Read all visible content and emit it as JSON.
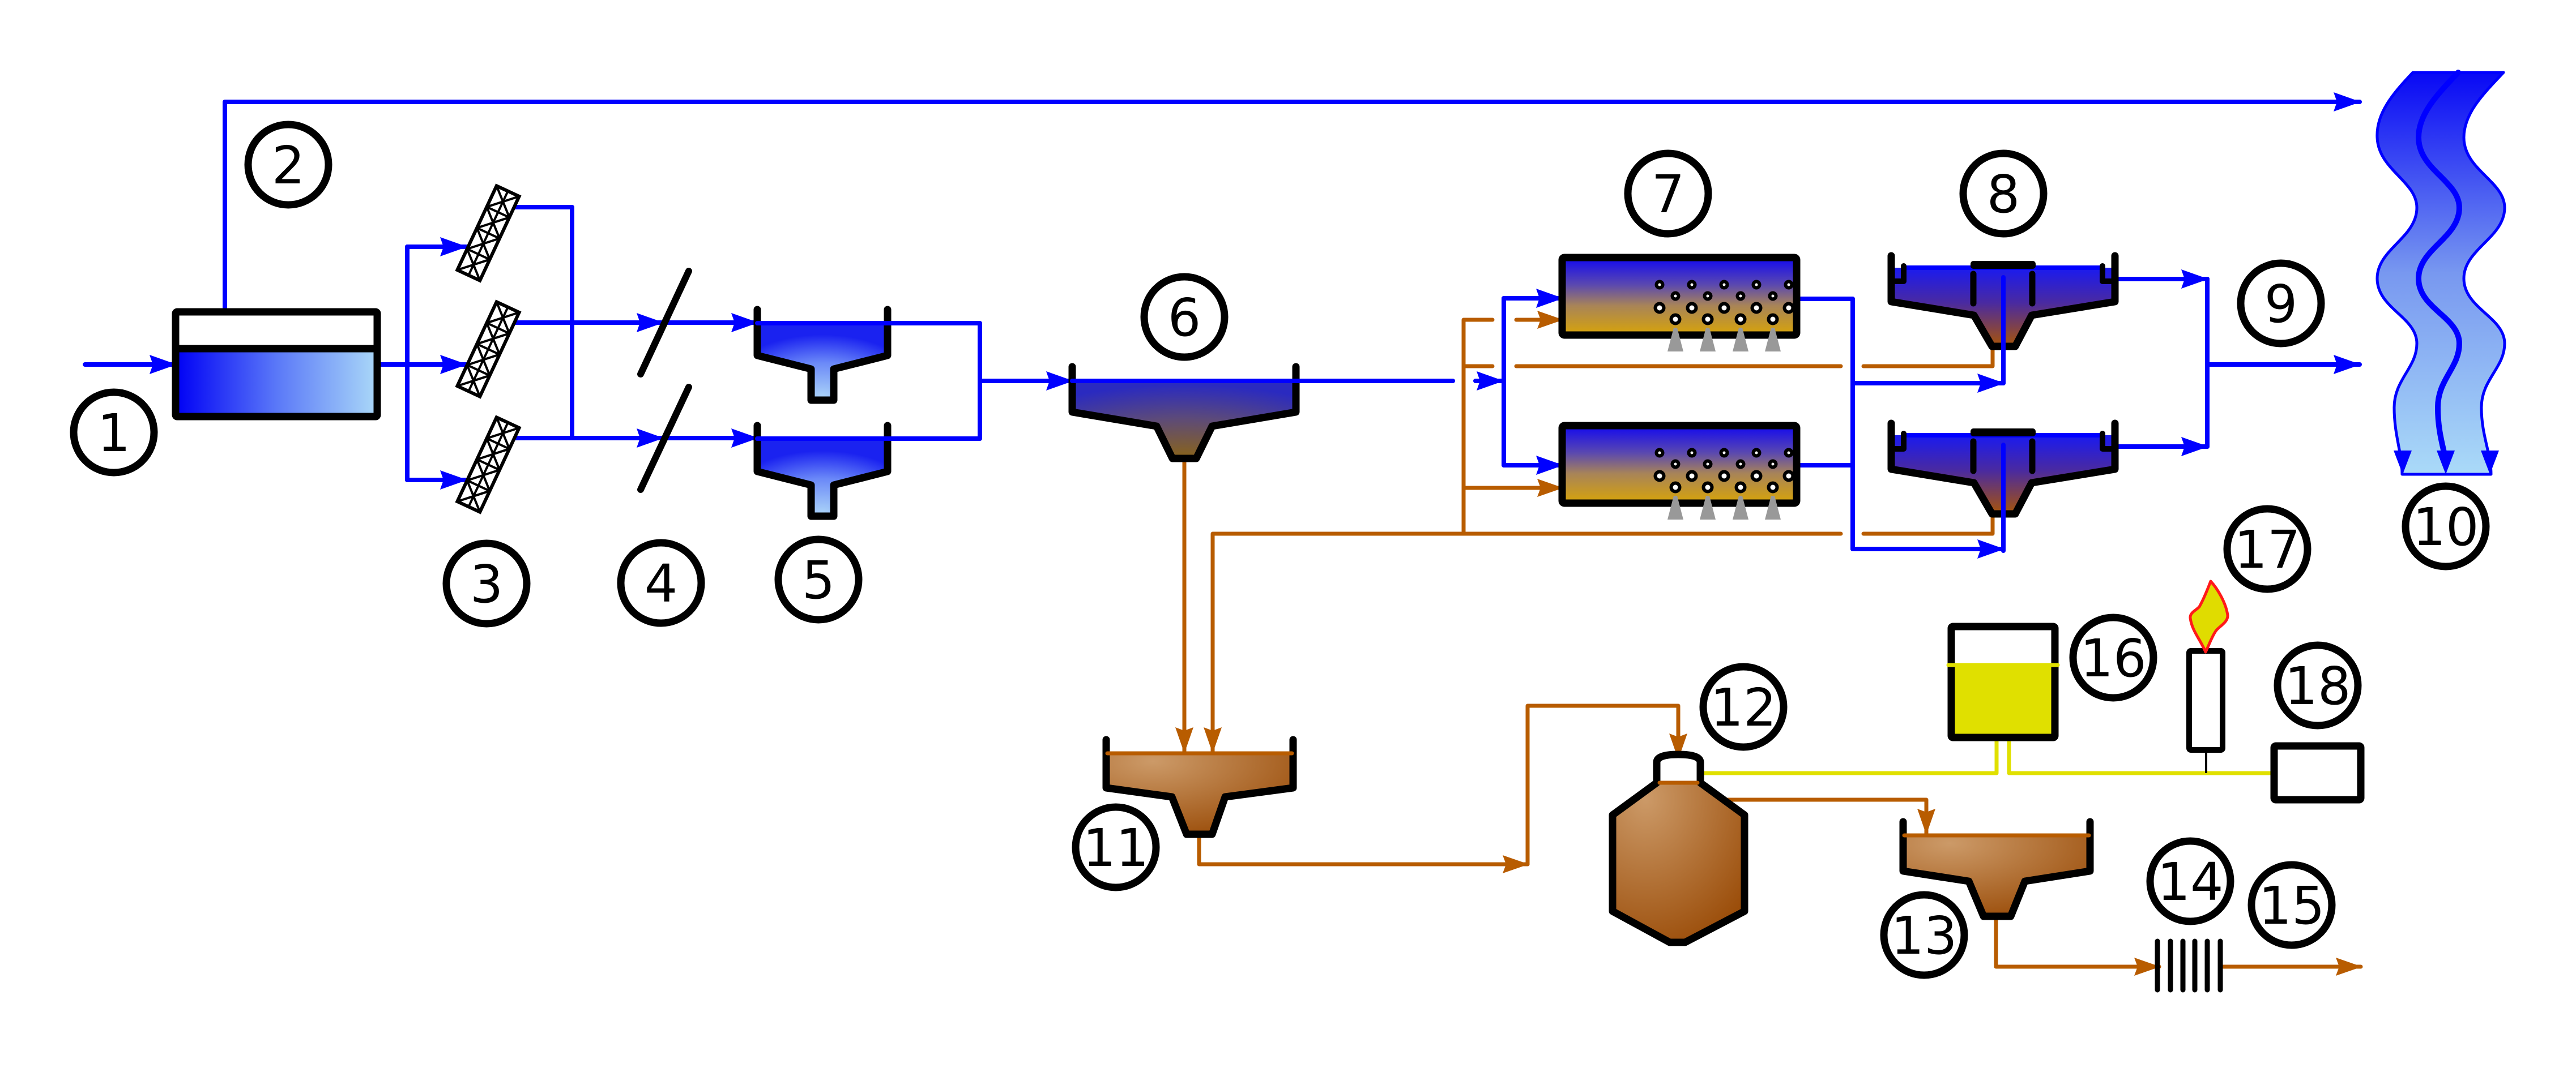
{
  "callouts": [
    {
      "label": "1"
    },
    {
      "label": "2"
    },
    {
      "label": "3"
    },
    {
      "label": "4"
    },
    {
      "label": "5"
    },
    {
      "label": "6"
    },
    {
      "label": "7"
    },
    {
      "label": "8"
    },
    {
      "label": "9"
    },
    {
      "label": "10"
    },
    {
      "label": "11"
    },
    {
      "label": "12"
    },
    {
      "label": "13"
    },
    {
      "label": "14"
    },
    {
      "label": "15"
    },
    {
      "label": "16"
    },
    {
      "label": "17"
    },
    {
      "label": "18"
    }
  ],
  "colors": {
    "water": "#0000ff",
    "sludge": "#b85c00",
    "gas": "#e0e000",
    "outline": "#000000",
    "flame": "#ff1a1a",
    "flame_fill": "#e0dc00",
    "diffuser": "#999999"
  }
}
